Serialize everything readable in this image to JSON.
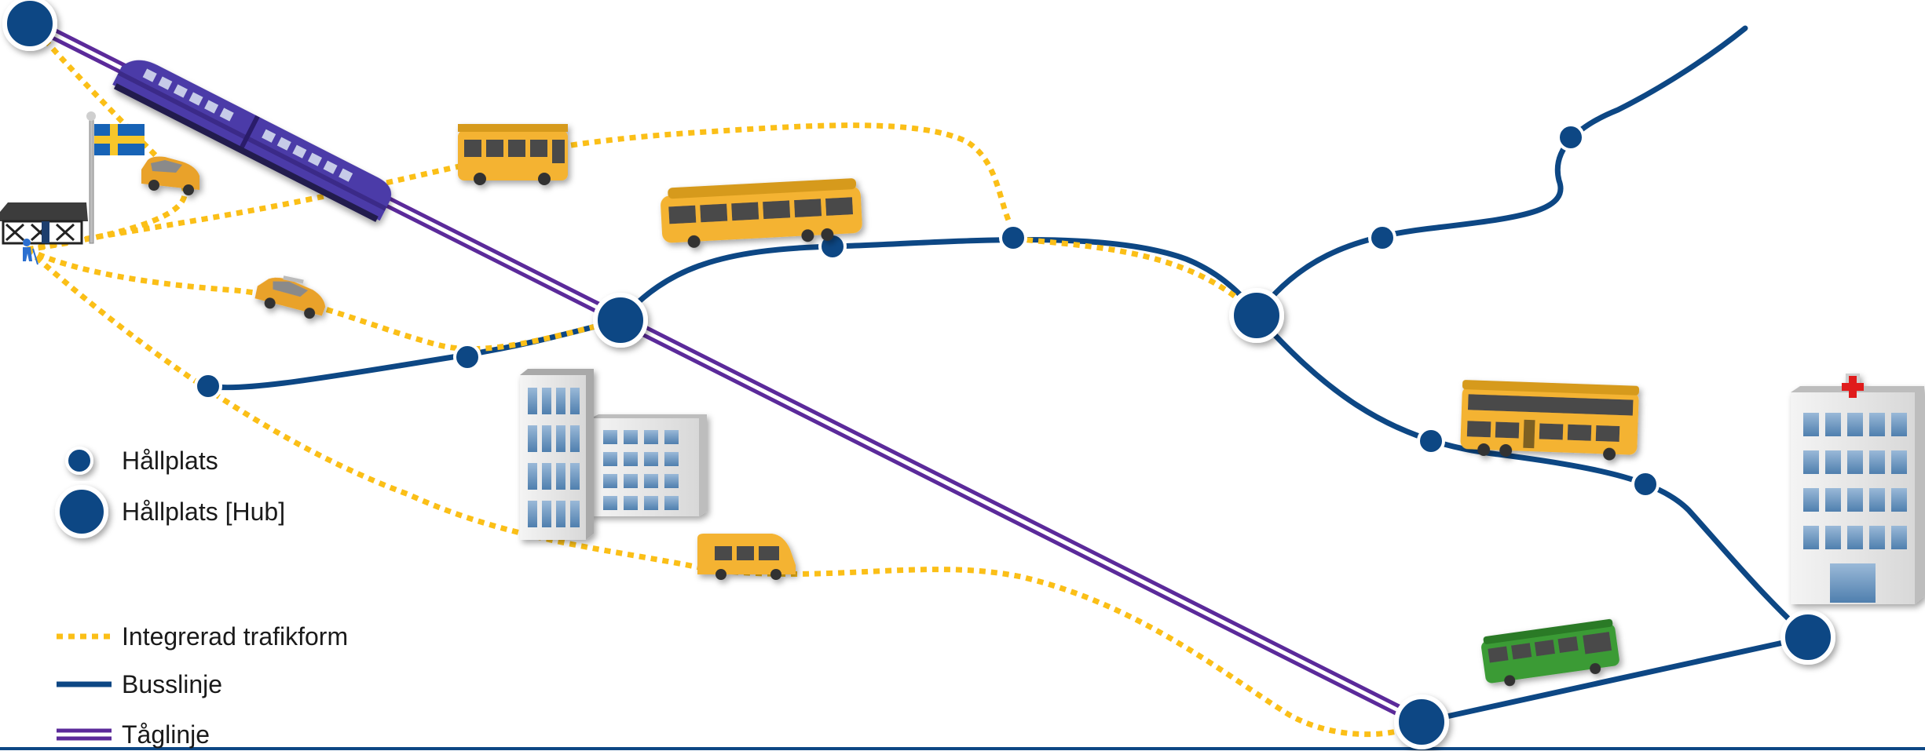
{
  "legend": {
    "stop": "Hållplats",
    "hub": "Hållplats [Hub]",
    "integrated": "Integrerad trafikform",
    "bus_line": "Busslinje",
    "train_line": "Tåglinje"
  },
  "colors": {
    "bus_line": "#0d4784",
    "integrated": "#fbbf17",
    "train_line": "#5b2a9a",
    "stop": "#0d4784",
    "bus_yellow": "#f4b330",
    "bus_green": "#3a9b35",
    "train_body": "#4b3aa8"
  },
  "icons": [
    "hub",
    "stop",
    "train",
    "bus",
    "double-decker-bus",
    "minibus",
    "taxi",
    "shelter",
    "swedish-flag",
    "office-building",
    "hospital"
  ]
}
